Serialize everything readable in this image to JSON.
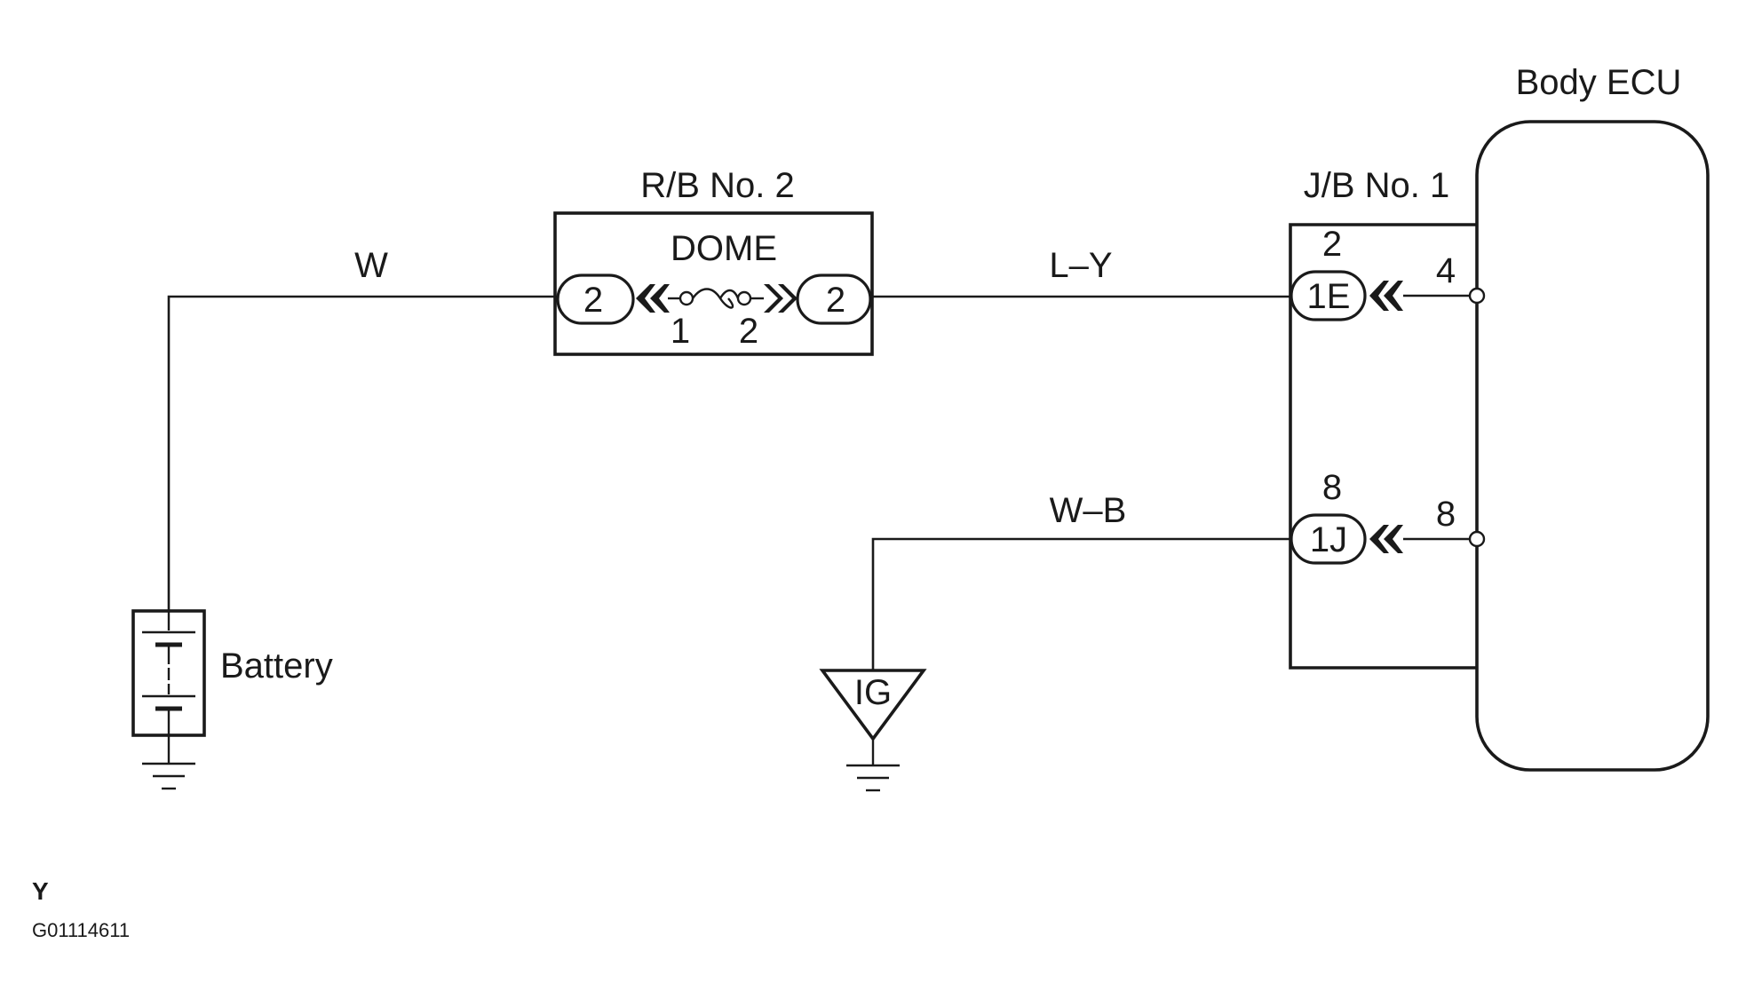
{
  "ecu": {
    "name": "Body ECU"
  },
  "relay_block": {
    "name": "R/B No. 2",
    "fuse": "DOME",
    "pin_in": "2",
    "pin_out": "2",
    "fuse_terminal_1": "1",
    "fuse_terminal_2": "2"
  },
  "junction_block": {
    "name": "J/B No. 1",
    "conn_top": {
      "pin": "2",
      "connector": "1E",
      "ecu_pin": "4"
    },
    "conn_bottom": {
      "pin": "8",
      "connector": "1J",
      "ecu_pin": "8"
    }
  },
  "wires": {
    "battery_to_rb": "W",
    "rb_to_jb": "L–Y",
    "ground_to_jb": "W–B"
  },
  "battery": {
    "label": "Battery"
  },
  "ground_point": {
    "label": "IG"
  },
  "figure": {
    "letter": "Y",
    "code": "G01114611"
  }
}
